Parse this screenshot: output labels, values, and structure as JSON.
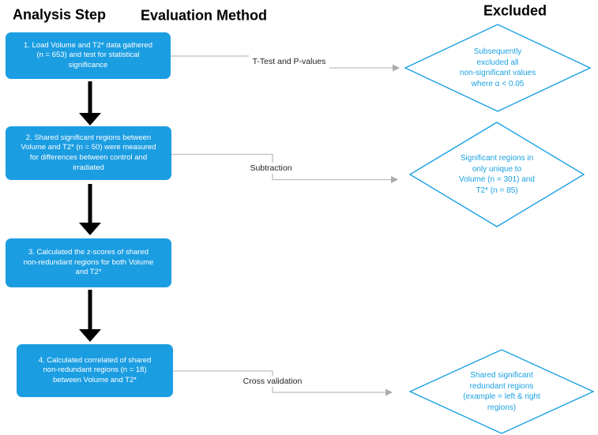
{
  "headers": {
    "analysis_step": "Analysis Step",
    "evaluation_method": "Evaluation Method",
    "excluded": "Excluded"
  },
  "steps": [
    {
      "lines": [
        "1. Load Volume and T2* data gathered",
        "(n = 653) and test for statistical",
        "significance"
      ]
    },
    {
      "lines": [
        "2. Shared significant regions between",
        "Volume and T2* (n = 50) were measured",
        "for differences between control and",
        "irradiated"
      ]
    },
    {
      "lines": [
        "3. Calculated the z-scores of shared",
        "non-redundant regions for both Volume",
        "and T2*"
      ]
    },
    {
      "lines": [
        "4. Calculated correlated of shared",
        "non-redundant regions (n = 18)",
        "between Volume and T2*"
      ]
    }
  ],
  "methods": [
    {
      "label": "T-Test and P-values"
    },
    {
      "label": "Subtraction"
    },
    {
      "label": "Cross validation"
    }
  ],
  "excluded_outcomes": [
    {
      "lines": [
        "Subsequently",
        "excluded all",
        "non-significant values",
        "where α < 0.05"
      ]
    },
    {
      "lines": [
        "Significant regions in",
        "only unique to",
        "Volume (n = 301) and",
        "T2* (n = 85)"
      ]
    },
    {
      "lines": [
        "Shared significant",
        "redundant regions",
        "(example = left & right",
        "regions)"
      ]
    }
  ],
  "colors": {
    "box_fill": "#1b9de2",
    "box_text": "#ffffff",
    "diamond_stroke": "#1ba1e2",
    "diamond_text": "#1ba1e2",
    "connector_gray": "#bdbdbd",
    "connector_arrowhead": "#ababab",
    "flow_arrow_black": "#000000"
  }
}
